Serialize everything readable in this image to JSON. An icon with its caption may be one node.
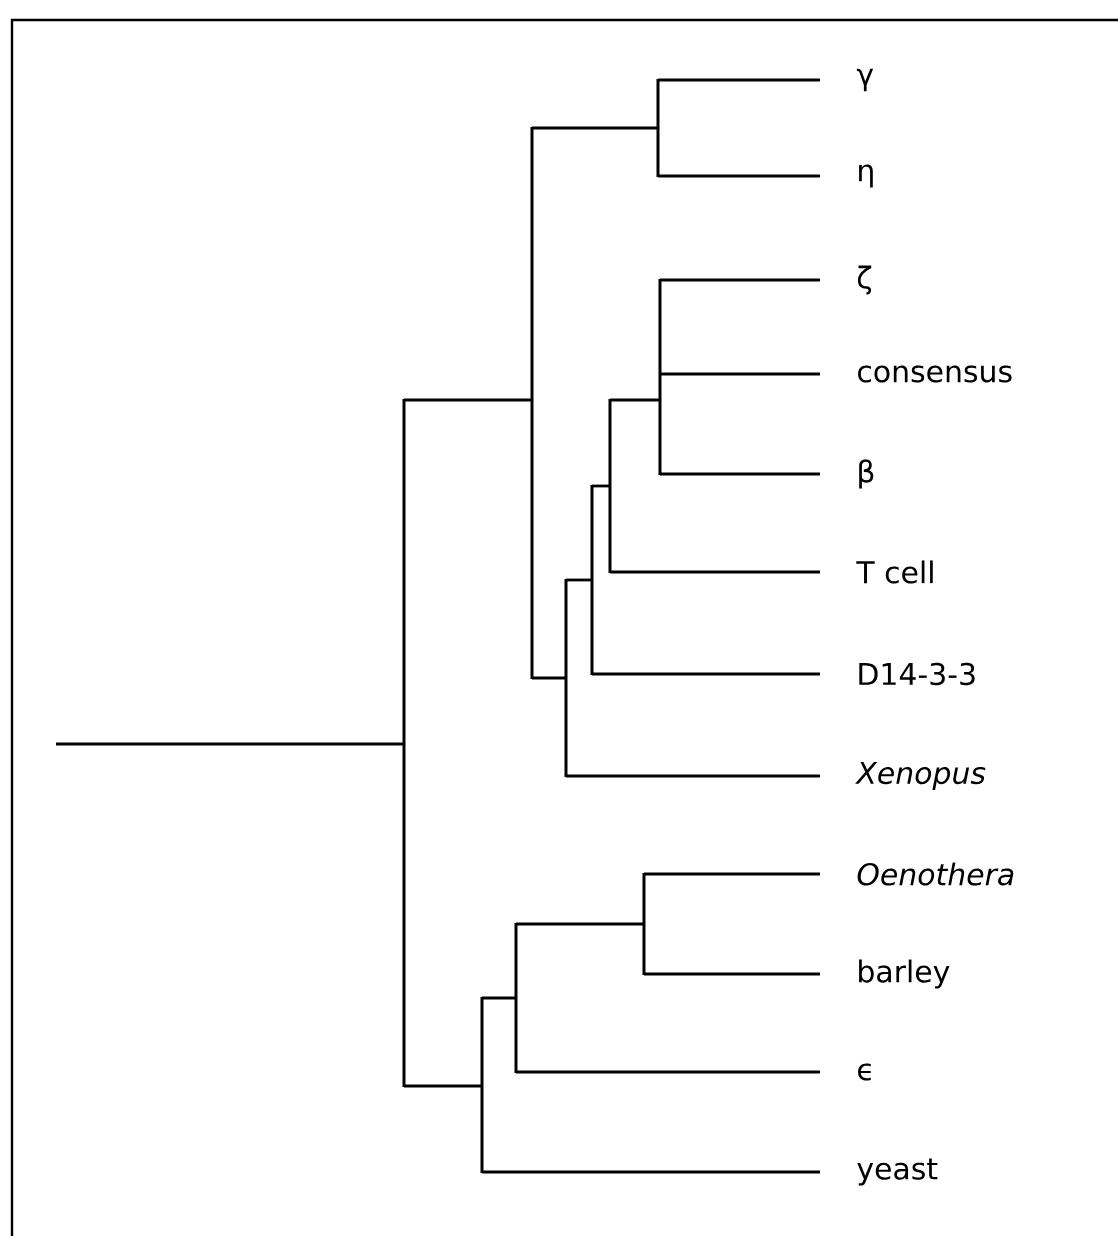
{
  "diagram": {
    "nodes": [
      {
        "text": [
          "γ"
        ]
      },
      {
        "text": [
          "η"
        ]
      },
      {
        "text": [
          "ζ"
        ]
      },
      {
        "text": [
          "consensus"
        ]
      },
      {
        "text": [
          "β"
        ]
      },
      {
        "text": [
          "T cell"
        ]
      },
      {
        "text": [
          "D14-3-3"
        ]
      },
      {
        "text": [
          "*Xenopus*"
        ]
      },
      {
        "text": [
          "*Oenothera*"
        ]
      },
      {
        "text": [
          "barley"
        ]
      },
      {
        "text": [
          "ϵ"
        ]
      },
      {
        "text": [
          "yeast"
        ]
      },
      {
        "text": [],
        "shape": "bar"
      },
      {
        "text": [],
        "shape": "bar"
      },
      {
        "text": [],
        "shape": "bar"
      },
      {
        "text": [],
        "shape": "bar"
      },
      {
        "text": [],
        "shape": "bar"
      },
      {
        "text": [],
        "shape": "bar"
      },
      {
        "text": [],
        "shape": "bar"
      },
      {
        "text": [],
        "shape": "bar"
      },
      {
        "text": [],
        "shape": "bar"
      },
      {
        "text": [],
        "shape": "bar"
      }
    ],
    "edges": [
      {
        "from": null,
        "to": 12,
        "arrow": "none"
      },
      {
        "from": 12,
        "to": 13,
        "arrow": "none"
      },
      {
        "from": 12,
        "to": 19,
        "arrow": "none"
      },
      {
        "from": 13,
        "to": 14,
        "arrow": "none"
      },
      {
        "from": 13,
        "to": 15,
        "arrow": "none"
      },
      {
        "from": 14,
        "to": 0,
        "arrow": "none"
      },
      {
        "from": 14,
        "to": 1,
        "arrow": "none"
      },
      {
        "from": 15,
        "to": 16,
        "arrow": "none"
      },
      {
        "from": 15,
        "to": 7,
        "arrow": "none"
      },
      {
        "from": 16,
        "to": 17,
        "arrow": "none"
      },
      {
        "from": 16,
        "to": 6,
        "arrow": "none"
      },
      {
        "from": 17,
        "to": 18,
        "arrow": "none"
      },
      {
        "from": 17,
        "to": 5,
        "arrow": "none"
      },
      {
        "from": 18,
        "to": 2,
        "arrow": "none"
      },
      {
        "from": 18,
        "to": 3,
        "arrow": "none"
      },
      {
        "from": 18,
        "to": 4,
        "arrow": "none"
      },
      {
        "from": 19,
        "to": 20,
        "arrow": "none"
      },
      {
        "from": 19,
        "to": 11,
        "arrow": "none"
      },
      {
        "from": 20,
        "to": 21,
        "arrow": "none"
      },
      {
        "from": 20,
        "to": 10,
        "arrow": "none"
      },
      {
        "from": 21,
        "to": 8,
        "arrow": "none"
      },
      {
        "from": 21,
        "to": 9,
        "arrow": "none"
      }
    ]
  }
}
